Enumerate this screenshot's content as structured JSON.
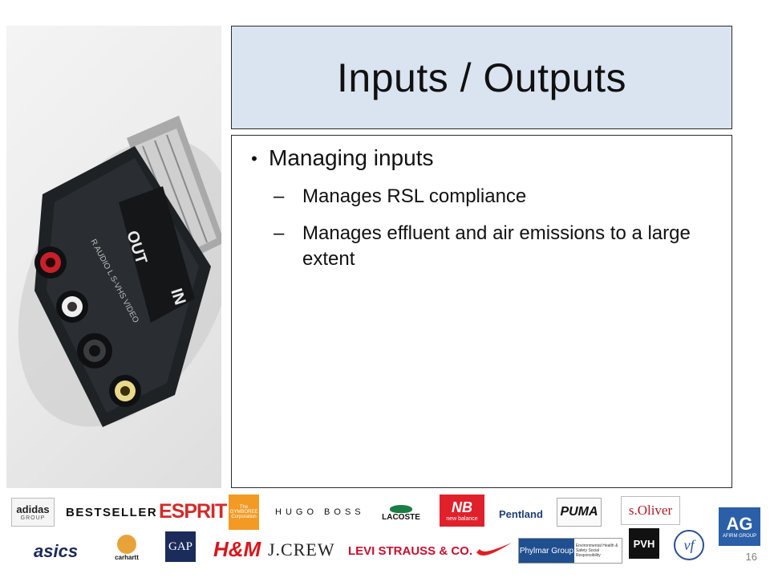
{
  "slide": {
    "title": "Inputs / Outputs",
    "bullets": [
      {
        "text": "Managing inputs",
        "sub": [
          "Manages RSL compliance",
          "Manages effluent and air emissions to a large extent"
        ]
      }
    ],
    "bullet_mark": "•",
    "sub_mark": "–",
    "page_number": "16"
  },
  "photo": {
    "labels": {
      "out": "OUT",
      "in": "IN",
      "audio": "R AUDIO L S-VHS VIDEO"
    }
  },
  "logos": {
    "row1": [
      "adidas",
      "GROUP",
      "BESTSELLER",
      "ESPRIT",
      "The GYMBOREE Corporation",
      "HUGO BOSS",
      "LACOSTE",
      "new balance",
      "Pentland",
      "PUMA",
      "s.Oliver"
    ],
    "row2": [
      "asics",
      "carhartt",
      "GAP",
      "H&M",
      "J.CREW",
      "LEVI STRAUSS & CO.",
      "Phylmar Group",
      "Environmental Health & Safety Social Responsibility",
      "PVH",
      "vf"
    ],
    "afirm": {
      "main": "AG",
      "sub": "AFIRM GROUP"
    }
  },
  "colors": {
    "title_bg": "#dae4f0",
    "border": "#2b2b2b",
    "esprit": "#d22b2b",
    "gymboree": "#f39a24",
    "lacoste": "#1c7c45",
    "new_balance": "#e0202b",
    "hm": "#d8161c",
    "levis": "#c8102e",
    "nike": "#e02020",
    "afirm": "#2b5fa8"
  }
}
